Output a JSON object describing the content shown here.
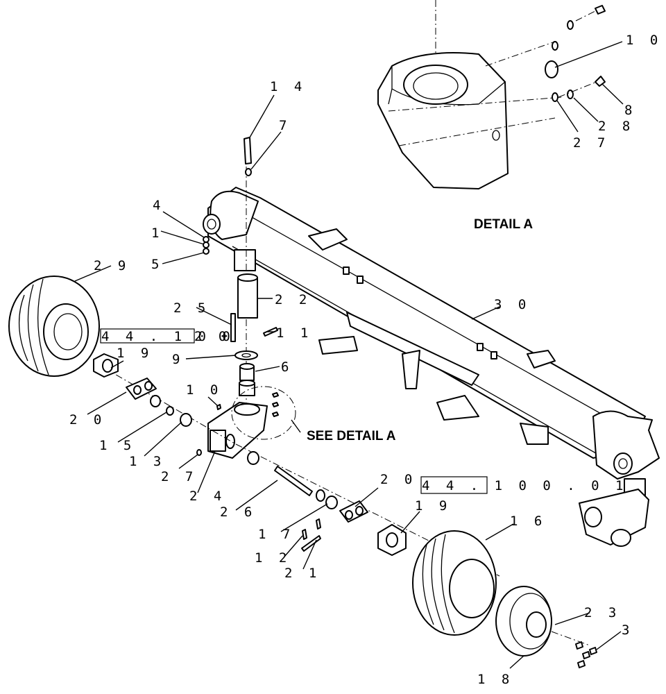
{
  "labels": {
    "detail_a": "DETAIL A",
    "see_detail_a": "SEE DETAIL A",
    "ref_left": "4 4 . 1 0 0",
    "ref_right": "4 4 . 1 0 0 . 0 1"
  },
  "callouts": {
    "c1": "1",
    "c3": "3",
    "c4": "4",
    "c5": "5",
    "c6": "6",
    "c7": "7",
    "c8": "8",
    "c9": "9",
    "c10_top": "1 0",
    "c10_mid": "1 0",
    "c11": "1 1",
    "c12": "1 2",
    "c13": "1 3",
    "c14": "1 4",
    "c15": "1 5",
    "c16": "1 6",
    "c17": "1 7",
    "c18": "1 8",
    "c19_left": "1 9",
    "c19_right": "1 9",
    "c20_left": "2 0",
    "c20_right": "2 0",
    "c21": "2 1",
    "c22": "2 2",
    "c23": "2 3",
    "c24": "2 4",
    "c25": "2 5",
    "c26": "2 6",
    "c27_top": "2 7",
    "c27_bottom": "2 7",
    "c28": "2 8",
    "c29": "2 9",
    "c30": "3 0",
    "c02": "2 0"
  }
}
